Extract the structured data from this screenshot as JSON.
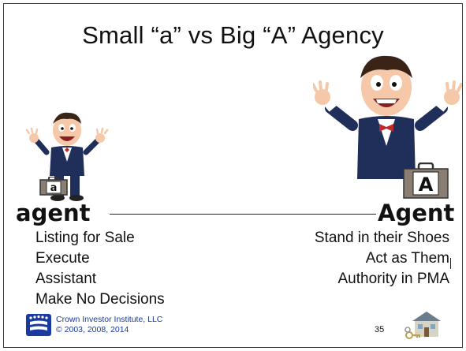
{
  "slide": {
    "title": "Small “a” vs Big “A” Agency",
    "left": {
      "heading": "agent",
      "briefcase_letter": "a",
      "items": [
        "Listing for Sale",
        "Execute",
        "Assistant",
        "Make No Decisions"
      ]
    },
    "right": {
      "heading": "Agent",
      "briefcase_letter": "A",
      "items": [
        "Stand in their Shoes",
        "Act as Them",
        "Authority in PMA"
      ]
    },
    "footer": {
      "org": "Crown Investor Institute, LLC",
      "copyright": "© 2003, 2008, 2014",
      "page_number": "35"
    }
  },
  "icons": {
    "logo": "crown-logo-icon",
    "house": "house-keys-icon",
    "small_figure": "small-businessman-illustration",
    "big_figure": "big-businessman-illustration"
  },
  "colors": {
    "footer_text": "#1a3a9a",
    "logo_blue": "#1a3aa0",
    "suit": "#1f2f5a",
    "briefcase": "#8a7d72"
  }
}
